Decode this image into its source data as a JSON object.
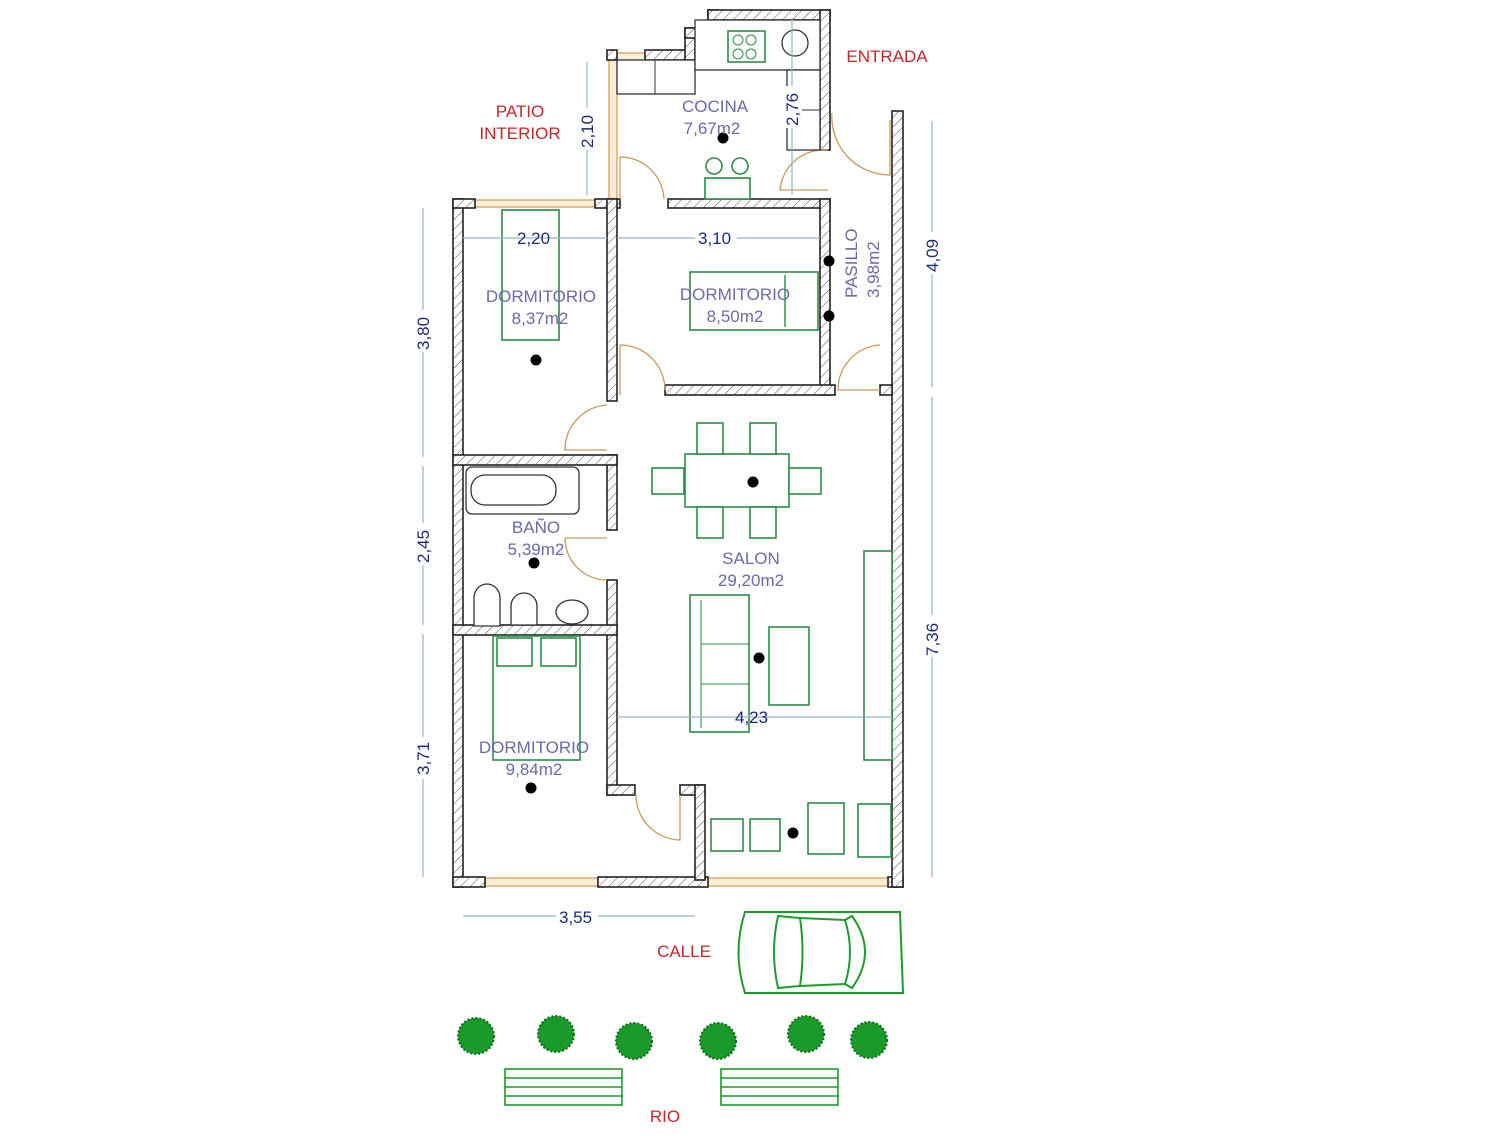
{
  "labels": {
    "entrada": "ENTRADA",
    "patio_line1": "PATIO",
    "patio_line2": "INTERIOR",
    "calle": "CALLE",
    "rio": "RIO"
  },
  "rooms": [
    {
      "name": "COCINA",
      "area": "7,67m2"
    },
    {
      "name": "DORMITORIO",
      "area": "8,37m2"
    },
    {
      "name": "DORMITORIO",
      "area": "8,50m2"
    },
    {
      "name": "PASILLO",
      "area": "3,98m2"
    },
    {
      "name": "BAÑO",
      "area": "5,39m2"
    },
    {
      "name": "SALON",
      "area": "29,20m2"
    },
    {
      "name": "DORMITORIO",
      "area": "9,84m2"
    }
  ],
  "dimensions": {
    "patio_height": "2,10",
    "kitchen_height": "2,76",
    "bedroom1_width": "2,20",
    "bedroom2_width": "3,10",
    "right_upper": "4,09",
    "right_lower": "7,36",
    "left_top": "3,80",
    "left_mid": "2,45",
    "left_bottom": "3,71",
    "salon_width": "4,23",
    "bottom_width": "3,55"
  },
  "colors": {
    "wall": "#222222",
    "furniture": "#2e8b4a",
    "dimension_text": "#1c2a7a",
    "room_text": "#6a6aa8",
    "place_text": "#c0282a"
  }
}
